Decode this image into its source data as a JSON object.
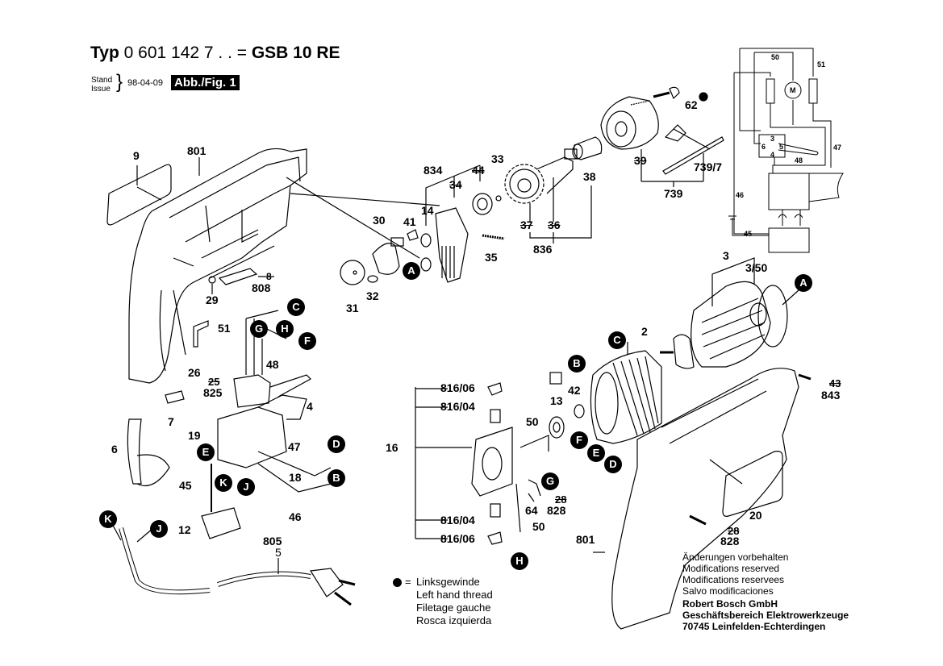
{
  "header": {
    "typ_label": "Typ",
    "part_number": "0 601 142 7 . . =",
    "model": "GSB 10 RE",
    "stand_label": "Stand",
    "issue_label": "Issue",
    "brace": "}",
    "date": "98-04-09",
    "figure": "Abb./Fig. 1"
  },
  "part_labels": {
    "p9": "9",
    "p801a": "801",
    "p29": "29",
    "p808": "808",
    "p8": "8",
    "p834": "834",
    "p44": "44",
    "p34": "34",
    "p33": "33",
    "p14": "14",
    "p41": "41",
    "p30": "30",
    "p35": "35",
    "p31": "31",
    "p32": "32",
    "p37": "37",
    "p36": "36",
    "p836": "836",
    "p38": "38",
    "p62": "62",
    "p39": "39",
    "p739_7": "739/7",
    "p739": "739",
    "p51": "51",
    "p48": "48",
    "p26": "26",
    "p25": "25",
    "p825": "825",
    "p7": "7",
    "p19": "19",
    "p4": "4",
    "p47": "47",
    "p18": "18",
    "p6": "6",
    "p45": "45",
    "p46": "46",
    "p12": "12",
    "p805": "805",
    "p5": "5",
    "p816_06a": "816/06",
    "p816_04a": "816/04",
    "p16": "16",
    "p816_04b": "816/04",
    "p816_06b": "816/06",
    "p50a": "50",
    "p50b": "50",
    "p13": "13",
    "p42": "42",
    "p64": "64",
    "p28a": "28",
    "p828a": "828",
    "p2": "2",
    "p3": "3",
    "p3_50": "3/50",
    "p43": "43",
    "p843": "843",
    "p20": "20",
    "p28b": "28",
    "p828b": "828",
    "p801b": "801"
  },
  "connectors": {
    "A1": "A",
    "A2": "A",
    "B1": "B",
    "B2": "B",
    "C1": "C",
    "C2": "C",
    "D1": "D",
    "D2": "D",
    "E1": "E",
    "E2": "E",
    "F1": "F",
    "F2": "F",
    "G1": "G",
    "G2": "G",
    "H1": "H",
    "H2": "H",
    "J1": "J",
    "J2": "J",
    "K1": "K",
    "K2": "K"
  },
  "schematic": {
    "l50": "50",
    "l51": "51",
    "lM": "M",
    "l3": "3",
    "l4": "4",
    "l5": "5",
    "l6": "6",
    "l47": "47",
    "l48": "48",
    "l46": "46",
    "l45": "45"
  },
  "legend": {
    "equals": "=",
    "lines": [
      "Linksgewinde",
      "Left hand thread",
      "Filetage gauche",
      "Rosca izquierda"
    ]
  },
  "footer": {
    "notes": [
      "Änderungen vorbehalten",
      "Modifications reserved",
      "Modifications reservees",
      "Salvo modificaciones"
    ],
    "company": "Robert Bosch GmbH",
    "division": "Geschäftsbereich Elektrowerkzeuge",
    "address": "70745 Leinfelden-Echterdingen"
  }
}
